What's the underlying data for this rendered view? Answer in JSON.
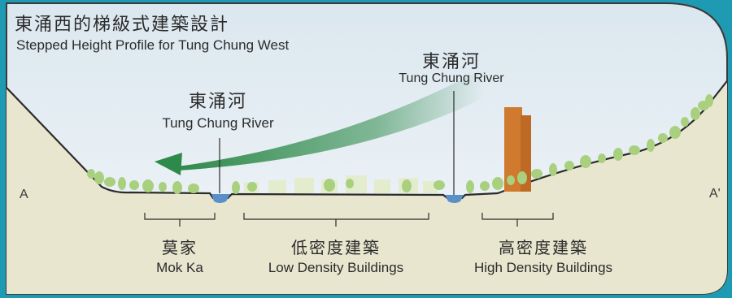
{
  "title": {
    "zh": "東涌西的梯級式建築設計",
    "en": "Stepped Height Profile for Tung Chung West"
  },
  "river_left": {
    "zh": "東涌河",
    "en": "Tung Chung River"
  },
  "river_right": {
    "zh": "東涌河",
    "en": "Tung Chung River"
  },
  "section_start": "A",
  "section_end": "A'",
  "zones": [
    {
      "zh": "莫家",
      "en": "Mok Ka"
    },
    {
      "zh": "低密度建築",
      "en": "Low Density Buildings"
    },
    {
      "zh": "高密度建築",
      "en": "High Density Buildings"
    }
  ],
  "colors": {
    "sky_top": "#dbe7ef",
    "sky_bottom": "#f2f6f9",
    "ground": "#e8e6cf",
    "tree": "#a9d07e",
    "low_building": "#e4ecc8",
    "tower": "#cf7a2e",
    "arrow": "#2e8a4a",
    "water": "#5a8fc7",
    "frame": "#3a3a3a",
    "text": "#2b2b2b"
  },
  "icons": {
    "arrow": "curved-arrow-icon"
  }
}
